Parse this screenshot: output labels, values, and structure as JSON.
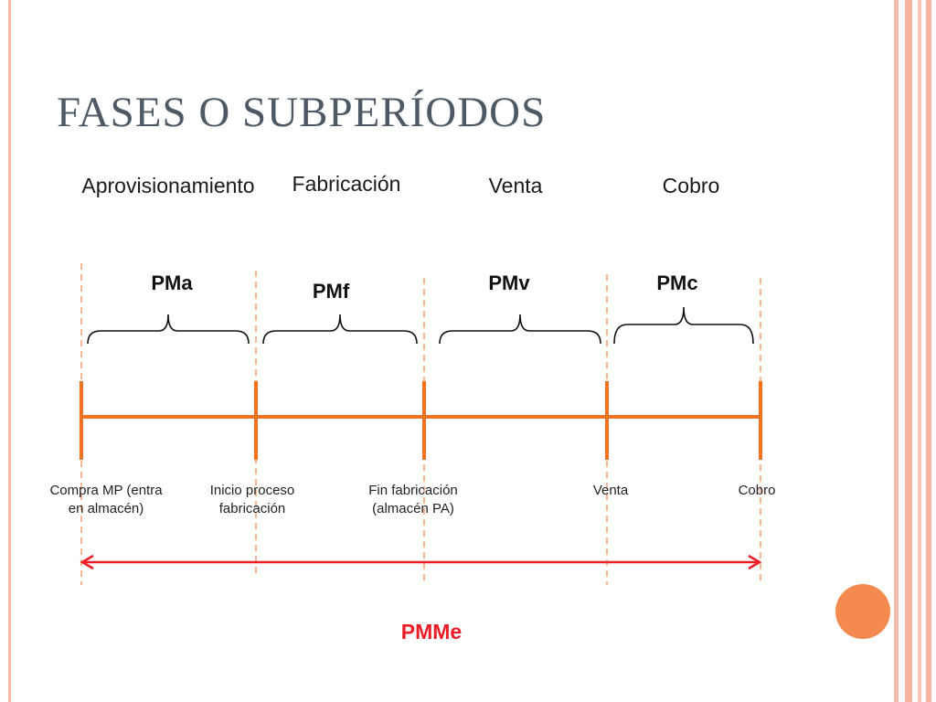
{
  "slide": {
    "title": "FASES O SUBPERÍODOS",
    "phases": [
      "Aprovisionamiento",
      "Fabricación",
      "Venta",
      "Cobro"
    ],
    "periods": [
      "PMa",
      "PMf",
      "PMv",
      "PMc"
    ],
    "events": [
      {
        "line1": "Compra MP (entra",
        "line2": "en almacén)"
      },
      {
        "line1": "Inicio proceso",
        "line2": "fabricación"
      },
      {
        "line1": "Fin fabricación",
        "line2": "(almacén PA)"
      },
      {
        "line1": "Venta",
        "line2": ""
      },
      {
        "line1": "Cobro",
        "line2": ""
      }
    ],
    "total_label": "PMMe"
  },
  "colors": {
    "timeline": "#f47320",
    "arrow": "#ee1c24",
    "dashed": "#f0a070",
    "title": "#4d5a66",
    "frame": "#f6b9a6",
    "circle": "#f58a50"
  }
}
